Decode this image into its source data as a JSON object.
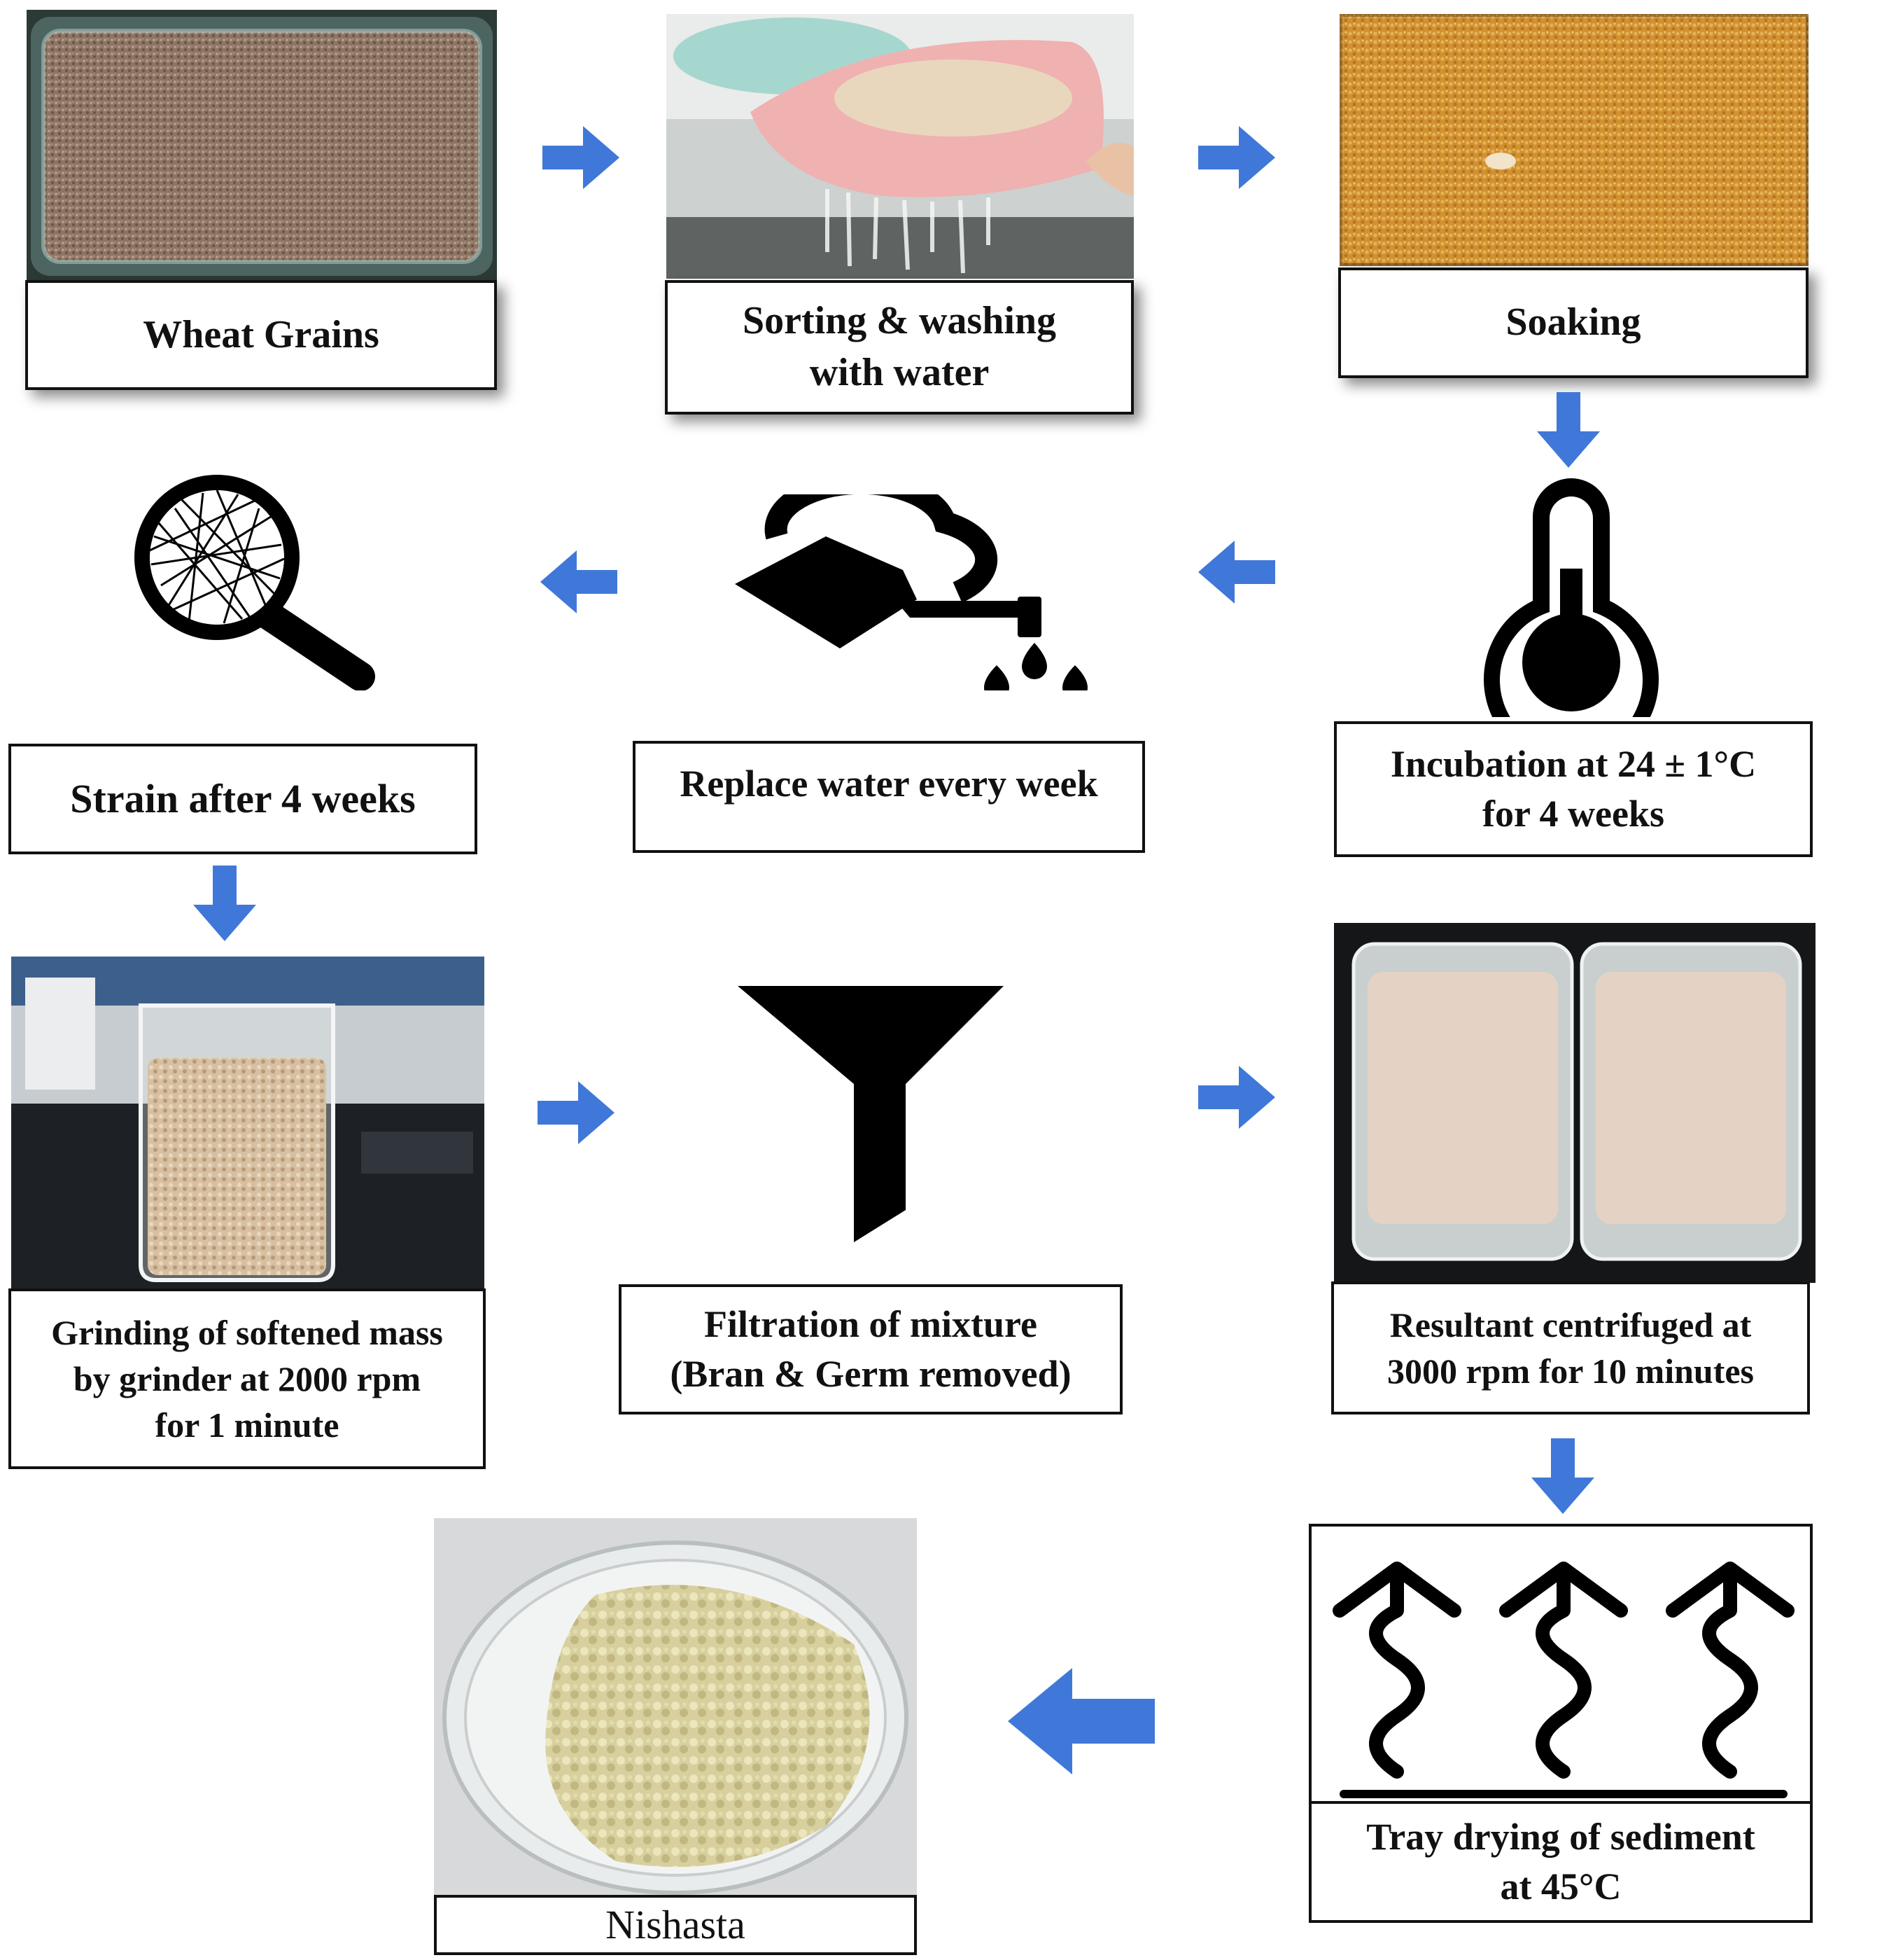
{
  "colors": {
    "arrow": "#3f78d8",
    "border": "#111111"
  },
  "steps": [
    {
      "id": "wheat-grains",
      "label": "Wheat Grains",
      "visual": "photo-wheat-grains"
    },
    {
      "id": "sorting-washing",
      "label": "Sorting & washing\nwith water",
      "visual": "photo-washing"
    },
    {
      "id": "soaking",
      "label": "Soaking",
      "visual": "photo-soaking"
    },
    {
      "id": "incubation",
      "label": "Incubation at 24 ± 1°C\nfor 4 weeks",
      "visual": "thermometer-icon"
    },
    {
      "id": "replace-water",
      "label": "Replace water every week",
      "visual": "watering-can-icon"
    },
    {
      "id": "strain",
      "label": "Strain after 4 weeks",
      "visual": "strainer-icon"
    },
    {
      "id": "grinding",
      "label": "Grinding of softened mass\nby grinder at 2000 rpm\nfor 1 minute",
      "visual": "photo-beaker"
    },
    {
      "id": "filtration",
      "label": "Filtration of mixture\n(Bran & Germ removed)",
      "visual": "funnel-icon"
    },
    {
      "id": "centrifuge",
      "label": "Resultant centrifuged at\n3000 rpm for 10 minutes",
      "visual": "photo-trays"
    },
    {
      "id": "tray-drying",
      "label": "Tray drying of sediment\nat 45°C",
      "visual": "heat-waves-icon"
    },
    {
      "id": "nishasta",
      "label": "Nishasta",
      "visual": "photo-nishasta"
    }
  ]
}
